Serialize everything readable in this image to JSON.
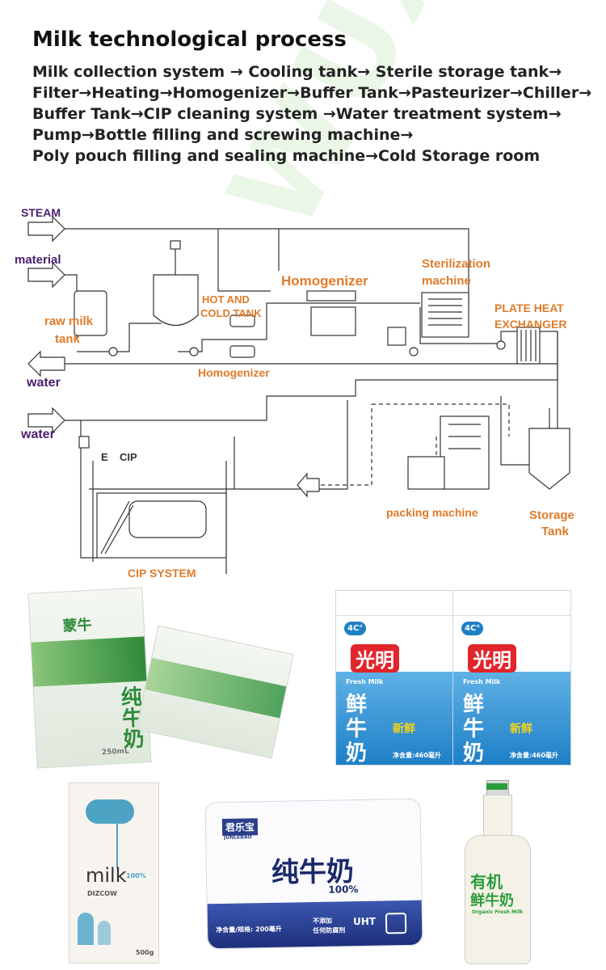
{
  "watermark": "WUXI CHENGYU",
  "title": "Milk technological process",
  "process_lines": [
    "Milk collection system → Cooling tank→ Sterile storage tank→",
    "Filter→Heating→Homogenizer→Buffer Tank→Pasteurizer→Chiller→",
    "Buffer Tank→CIP cleaning system →Water treatment system→",
    "Pump→Bottle filling and screwing machine→",
    "Poly pouch filling and sealing machine→Cold Storage room"
  ],
  "diagram": {
    "inputs": {
      "steam": "STEAM",
      "material": "material",
      "water_out": "water",
      "water_in": "water"
    },
    "labels": {
      "raw_milk_1": "raw milk",
      "raw_milk_2": "tank",
      "hot_cold_1": "HOT AND",
      "hot_cold_2": "COLD TANK",
      "homogenizer_top": "Homogenizer",
      "homogenizer_bottom": "Homogenizer",
      "sterilization_1": "Sterilization",
      "sterilization_2": "machine",
      "plate_1": "PLATE HEAT",
      "plate_2": "EXCHANGER",
      "cip_small": "CIP",
      "cip_e": "E",
      "cip_system": "CIP SYSTEM",
      "packing": "packing machine",
      "storage_1": "Storage",
      "storage_2": "Tank"
    },
    "colors": {
      "label": "#e07b2a",
      "input": "#4a1f6e",
      "line": "#333333"
    }
  },
  "products": {
    "mengniu": {
      "brand": "蒙牛",
      "name": "纯牛奶",
      "volume": "250mL",
      "color": "#2e8b3a"
    },
    "guangming_left": {
      "brand": "光明",
      "name_1": "鲜",
      "name_2": "牛",
      "name_3": "奶",
      "badge": "4C°",
      "sub": "新鲜",
      "fresh": "Fresh Milk",
      "volume": "净含量:460毫升",
      "color": "#1e7fc6"
    },
    "guangming_right": {
      "brand": "光明",
      "name_1": "鲜",
      "name_2": "牛",
      "name_3": "奶",
      "badge": "4C°",
      "sub": "新鲜",
      "fresh": "Fresh Milk",
      "volume": "净含量:460毫升",
      "color": "#1e7fc6"
    },
    "dizcow": {
      "name": "milk",
      "brand": "DIZCOW",
      "percent": "100%",
      "volume": "500g",
      "color": "#4da3c4"
    },
    "junlebao": {
      "brand": "君乐宝",
      "brand_en": "JUNLEBAO",
      "name": "纯牛奶",
      "percent": "100%",
      "volume": "净含量/规格: 200毫升",
      "note_1": "不添加",
      "note_2": "任何防腐剂",
      "uht": "UHT",
      "color": "#2b3f8c"
    },
    "bottle": {
      "label_1": "有机",
      "label_2": "鲜牛奶",
      "sub": "Organic Fresh Milk",
      "color": "#2a9d3a"
    }
  }
}
